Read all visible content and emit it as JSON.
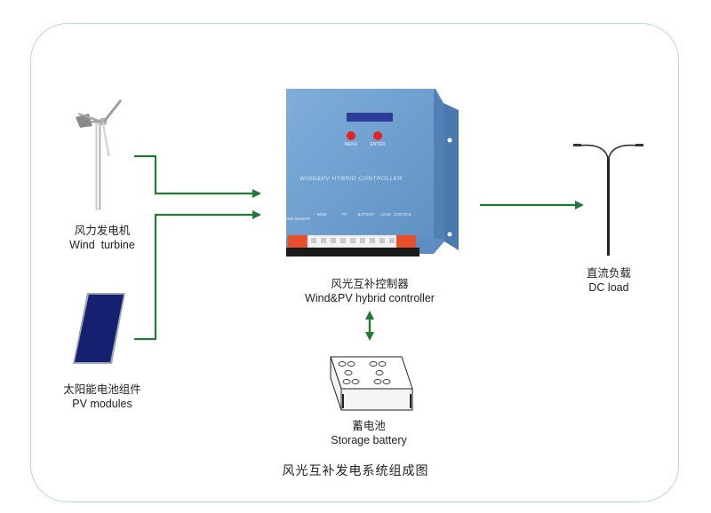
{
  "diagram": {
    "title": "风光互补发电系统组成图",
    "nodes": {
      "wind_turbine": {
        "zh": "风力发电机",
        "en": "Wind  turbine",
        "icon": "wind-turbine-icon"
      },
      "pv_modules": {
        "zh": "太阳能电池组件",
        "en": "PV modules",
        "icon": "solar-panel-icon"
      },
      "controller": {
        "zh": "风光互补控制器",
        "en": "Wind&PV hybrid controller",
        "icon": "controller-icon",
        "panel_text": "WIND&PV  HYBRID  CONTROLLER",
        "buttons": [
          "MENU",
          "ENTER"
        ],
        "terminal_labels": [
          "TEMP SENSOR",
          "WIND",
          "PV",
          "BATTERY",
          "LOAD",
          "CONTROL"
        ]
      },
      "battery": {
        "zh": "蓄电池",
        "en": "Storage battery",
        "icon": "battery-icon"
      },
      "dc_load": {
        "zh": "直流负载",
        "en": "DC load",
        "icon": "street-lamp-icon"
      }
    },
    "connections": [
      {
        "from": "wind_turbine",
        "to": "controller",
        "type": "one-way"
      },
      {
        "from": "pv_modules",
        "to": "controller",
        "type": "one-way"
      },
      {
        "from": "controller",
        "to": "dc_load",
        "type": "one-way"
      },
      {
        "from": "controller",
        "to": "battery",
        "type": "two-way"
      }
    ],
    "colors": {
      "arrow": "#1e7a35",
      "frame": "#b9dccb",
      "controller": "#6e9fcf",
      "panel": "#1a237e"
    }
  }
}
